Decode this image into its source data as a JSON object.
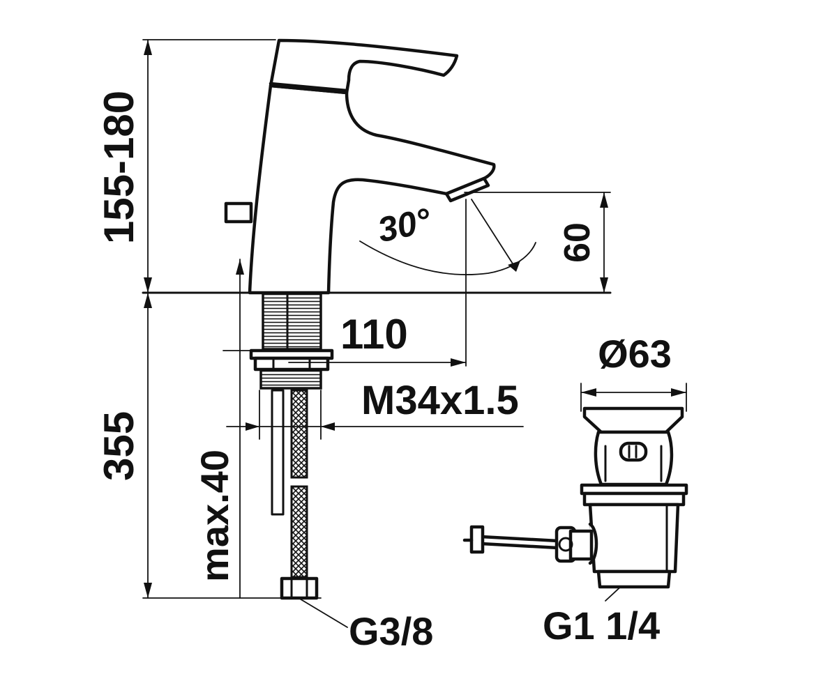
{
  "dimensions": {
    "spout_height": "155-180",
    "spout_clearance": "60",
    "spout_angle": "30°",
    "spout_reach": "110",
    "thread": "M34x1.5",
    "total_depth": "355",
    "max_thickness": "max.40",
    "hose_connection": "G3/8",
    "waste_diameter": "Ø63",
    "waste_connection": "G1 1/4"
  }
}
